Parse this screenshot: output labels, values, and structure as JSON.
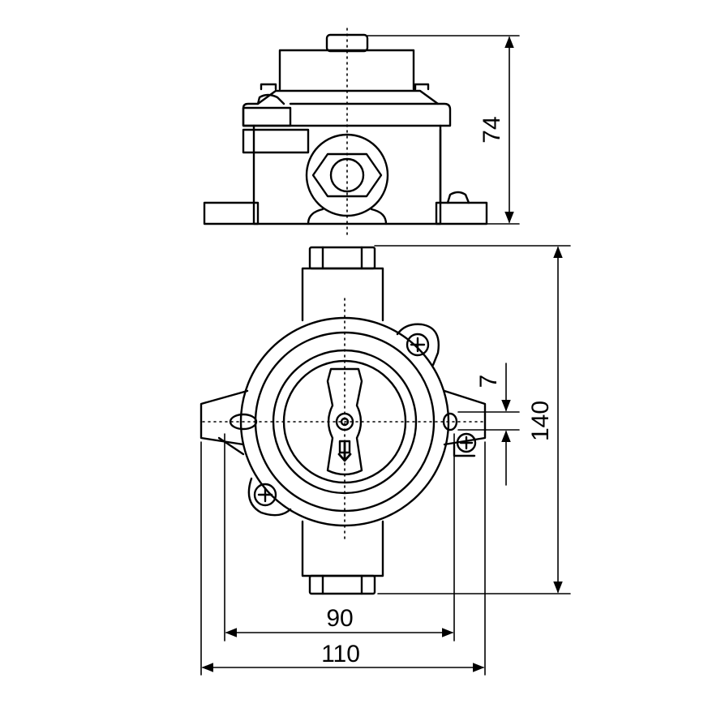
{
  "colors": {
    "line": "#000000",
    "background": "#ffffff"
  },
  "dimensions": {
    "top_view_height": "74",
    "body_height": "140",
    "knob_offset": "7",
    "mounting_width": "90",
    "overall_width": "110"
  },
  "icons": {
    "knob": "rotary-knob-icon",
    "direction_arrow": "arrow-down-icon",
    "screw": "phillips-screw-icon"
  }
}
